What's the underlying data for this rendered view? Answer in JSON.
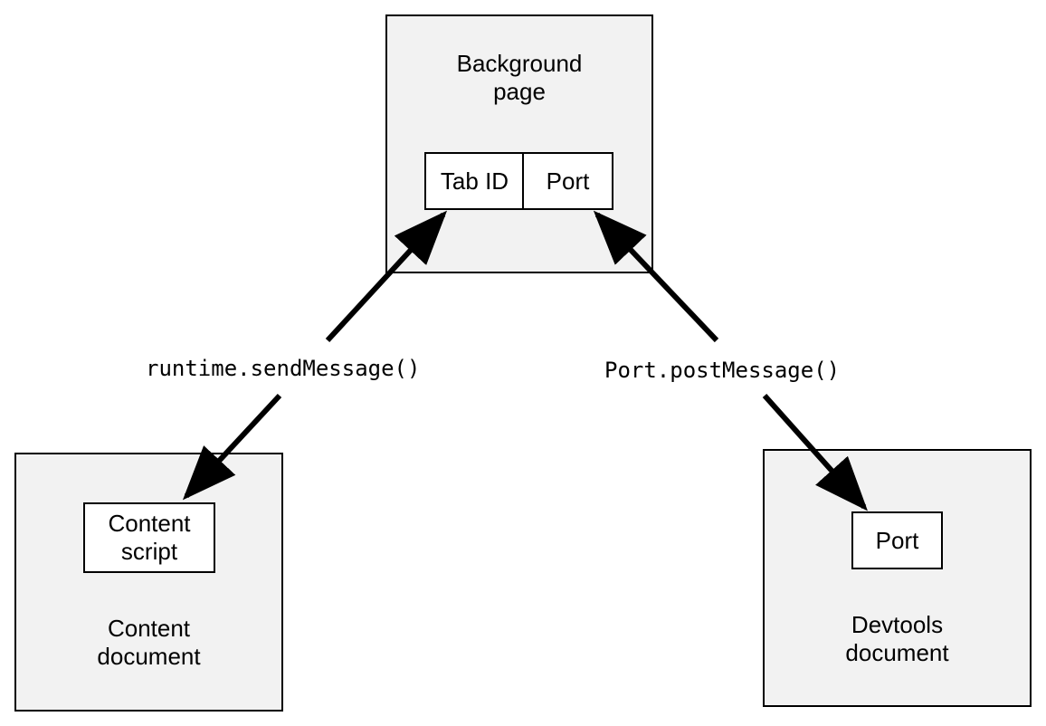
{
  "background_page": {
    "title": "Background\npage",
    "cells": {
      "tab_id": "Tab ID",
      "port": "Port"
    }
  },
  "content_document": {
    "title": "Content\ndocument",
    "content_script": "Content\nscript"
  },
  "devtools_document": {
    "title": "Devtools\ndocument",
    "port": "Port"
  },
  "messages": {
    "send_message": "runtime.sendMessage()",
    "post_message": "Port.postMessage()"
  }
}
